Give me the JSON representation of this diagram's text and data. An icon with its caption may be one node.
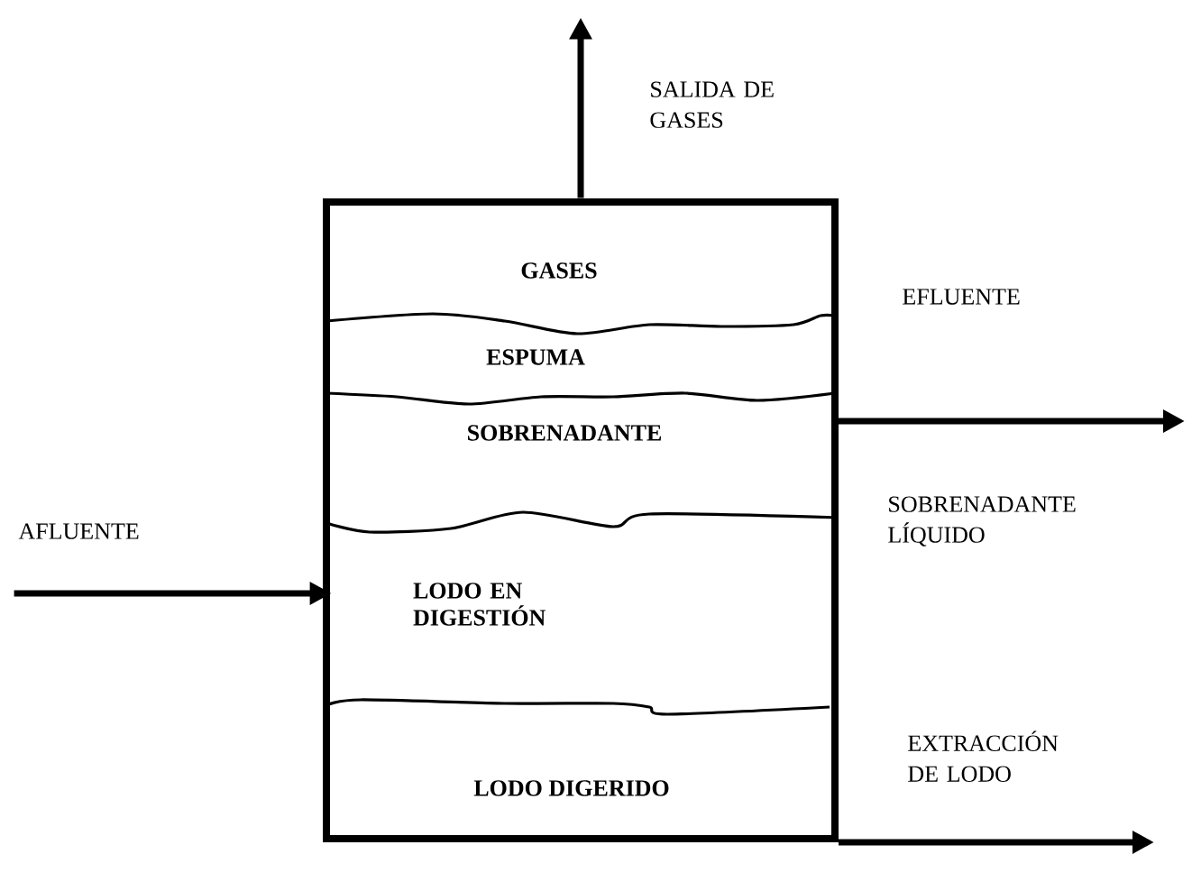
{
  "diagram": {
    "nodes": [
      {
        "text": [],
        "shape": "box"
      },
      {
        "text": [
          "GASES"
        ],
        "in": 0
      },
      {
        "text": [
          "ESPUMA"
        ],
        "in": 0
      },
      {
        "text": [
          "SOBRENADANTE"
        ],
        "in": 0
      },
      {
        "text": [
          "LODO EN DIGESTIÓN"
        ],
        "in": 0
      },
      {
        "text": [
          "LODO DIGERIDO"
        ],
        "in": 0
      }
    ],
    "edges": [
      {
        "from": 1,
        "to": null,
        "arrow": "to"
      },
      {
        "from": null,
        "to": 4,
        "arrow": "to"
      },
      {
        "from": 0,
        "to": null,
        "arrow": "to"
      },
      {
        "from": 0,
        "to": null,
        "arrow": "to"
      }
    ],
    "labels": [
      "SALIDA DE GASES",
      "EFLUENTE",
      "AFLUENTE",
      "SOBRENADANTE LÍQUIDO",
      "EXTRACCIÓN DE LODO"
    ]
  }
}
